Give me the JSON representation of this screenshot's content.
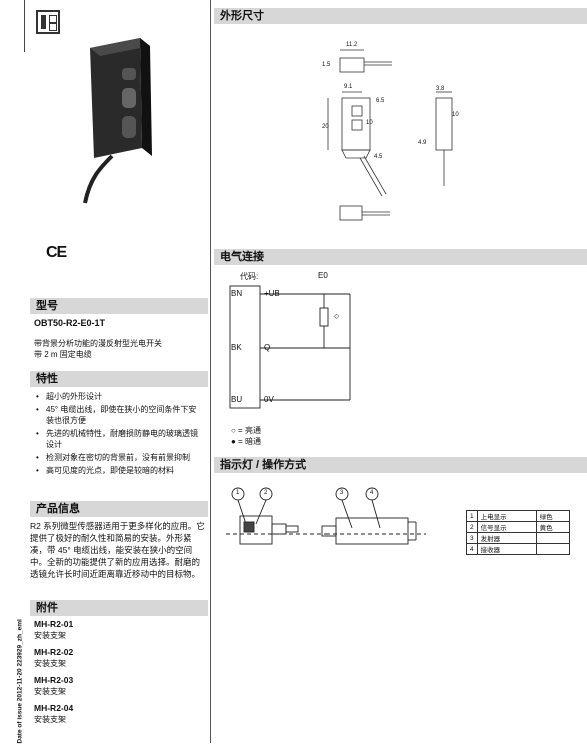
{
  "header": {
    "dimensions": "外形尺寸",
    "electrical": "电气连接",
    "indicators": "指示灯 / 操作方式"
  },
  "certification": "CE",
  "model": {
    "heading": "型号",
    "code": "OBT50-R2-E0-1T",
    "desc_line1": "带背景分析功能的漫反射型光电开关",
    "desc_line2": "带 2 m 固定电缆"
  },
  "features": {
    "heading": "特性",
    "items": [
      "超小的外形设计",
      "45° 电缆出线，即使在狭小的空间条件下安装也很方便",
      "先进的机械特性，耐磨损防静电的玻璃透镜设计",
      "检测对象在密切的背景前，没有前景抑制",
      "高可见度的光点，即使是较暗的材料"
    ]
  },
  "product_info": {
    "heading": "产品信息",
    "text": "R2 系列微型传感器适用于更多样化的应用。它提供了极好的耐久性和简易的安装。外形紧凑，带 45° 电缆出线，能安装在狭小的空间中。全新的功能提供了新的应用选择。耐磨的透镜允许长时间近距离靠近移动中的目标物。"
  },
  "accessories": {
    "heading": "附件",
    "items": [
      {
        "code": "MH-R2-01",
        "name": "安装支架"
      },
      {
        "code": "MH-R2-02",
        "name": "安装支架"
      },
      {
        "code": "MH-R2-03",
        "name": "安装支架"
      },
      {
        "code": "MH-R2-04",
        "name": "安装支架"
      }
    ]
  },
  "side_text": "Date of issue 2012-11-20  223929_zh_eml",
  "dimensions": {
    "d1": "11.2",
    "d2": "1.5",
    "d3": "9.1",
    "d4": "6.5",
    "d5": "20",
    "d6": "10",
    "d7": "4.5",
    "d8": "3.8",
    "d9": "4.9",
    "d10": "10"
  },
  "wiring": {
    "code_label": "代码:",
    "code_value": "E0",
    "pins": [
      {
        "wire": "BN",
        "signal": "+UB"
      },
      {
        "wire": "BK",
        "signal": "Q"
      },
      {
        "wire": "BU",
        "signal": "0V"
      }
    ],
    "legend_light": "○ = 亮通",
    "legend_dark": "● = 暗通"
  },
  "indicator_table": [
    {
      "num": "1",
      "name": "上电显示",
      "color": "绿色"
    },
    {
      "num": "2",
      "name": "信号显示",
      "color": "黄色"
    },
    {
      "num": "3",
      "name": "发射器",
      "color": ""
    },
    {
      "num": "4",
      "name": "接收器",
      "color": ""
    }
  ],
  "indicator_callouts": [
    "1",
    "2",
    "3",
    "4"
  ]
}
